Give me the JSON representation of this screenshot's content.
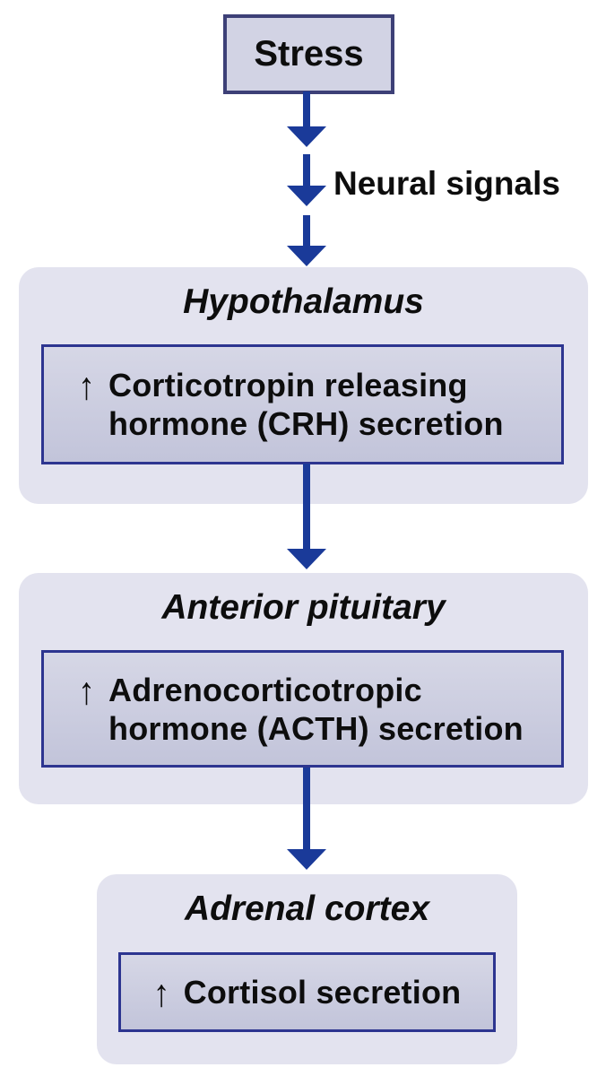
{
  "colors": {
    "arrow_blue": "#1a3a99",
    "container_fill": "#e3e3ef",
    "inner_fill_top": "#d6d7e6",
    "inner_fill_bottom": "#c2c4da",
    "inner_border": "#2d3590",
    "stress_fill": "#d2d3e4",
    "stress_border": "#3d4077",
    "text": "#0d0d0d"
  },
  "stress": {
    "label": "Stress"
  },
  "neural_signals": {
    "label": "Neural signals"
  },
  "hypothalamus": {
    "title": "Hypothalamus",
    "indicator": "↑",
    "line1": "Corticotropin releasing",
    "line2": "hormone (CRH) secretion"
  },
  "anterior_pituitary": {
    "title": "Anterior pituitary",
    "indicator": "↑",
    "line1": "Adrenocorticotropic",
    "line2": "hormone (ACTH) secretion"
  },
  "adrenal_cortex": {
    "title": "Adrenal cortex",
    "indicator": "↑",
    "label": "Cortisol secretion"
  },
  "edges": [
    {
      "from": "Stress",
      "to": "Hypothalamus",
      "label": "Neural signals",
      "style": "dashed, three arrowhead segments"
    },
    {
      "from": "Hypothalamus",
      "to": "Anterior pituitary",
      "label": "",
      "style": "solid arrow"
    },
    {
      "from": "Anterior pituitary",
      "to": "Adrenal cortex",
      "label": "",
      "style": "solid arrow"
    }
  ]
}
